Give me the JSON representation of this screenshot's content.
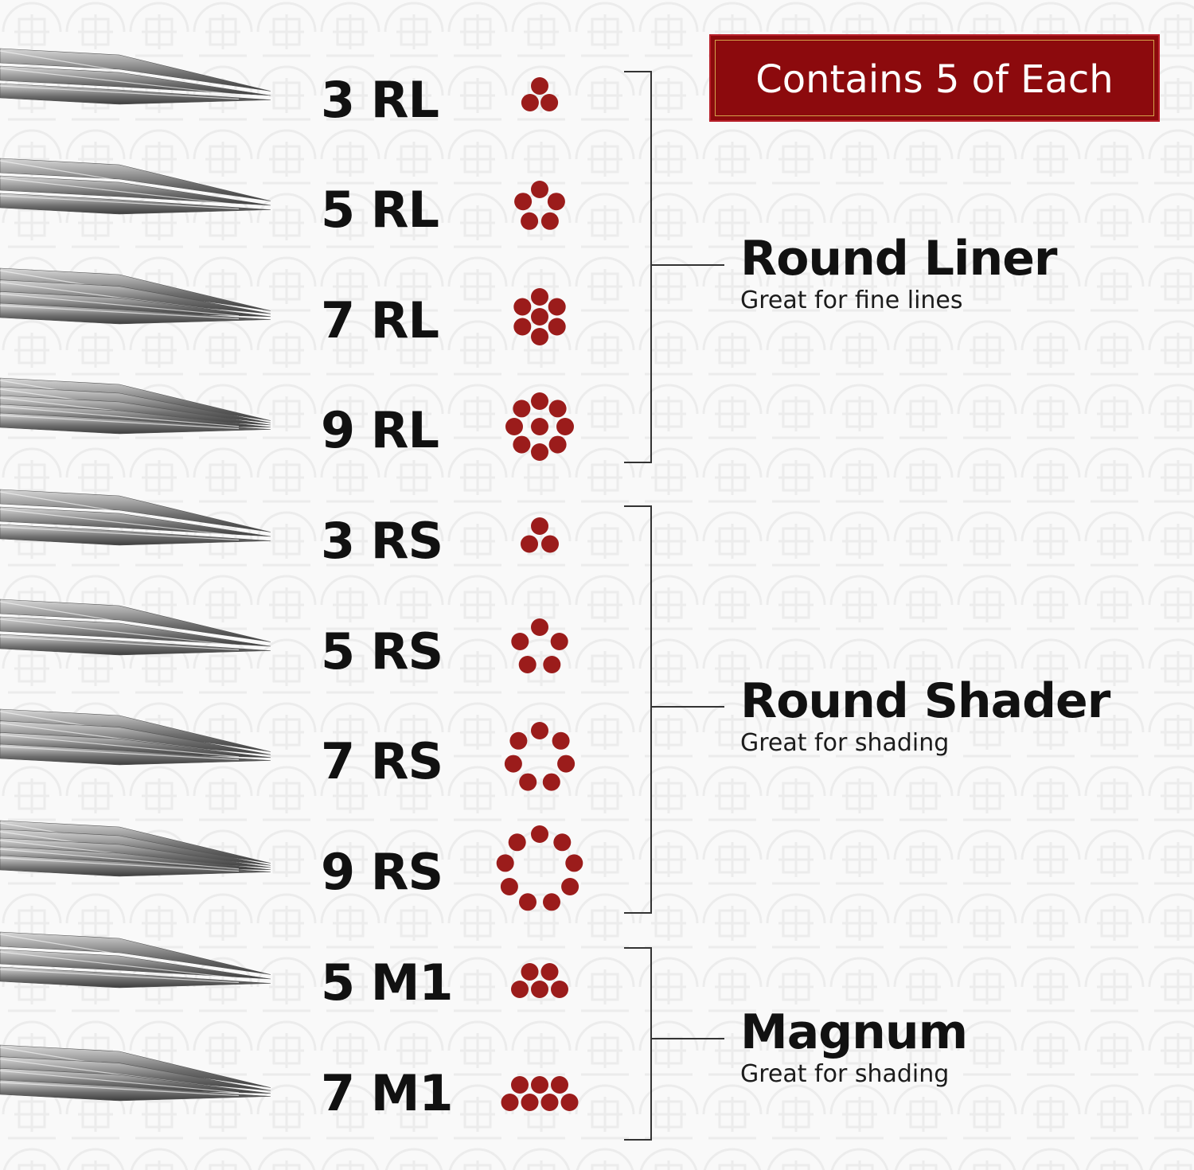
{
  "banner": {
    "text": "Contains 5 of Each"
  },
  "colors": {
    "accent": "#9b1c1b",
    "banner_bg": "#8c0a0d",
    "banner_border": "#d4a24a",
    "bracket": "#333333",
    "text": "#111111"
  },
  "groups": [
    {
      "name": "Round Liner",
      "subtitle": "Great for fine lines"
    },
    {
      "name": "Round Shader",
      "subtitle": "Great for shading"
    },
    {
      "name": "Magnum",
      "subtitle": "Great for shading"
    }
  ],
  "needles": [
    {
      "label": "3 RL",
      "group": "Round Liner",
      "count": 3,
      "pattern": "cluster"
    },
    {
      "label": "5 RL",
      "group": "Round Liner",
      "count": 5,
      "pattern": "cluster"
    },
    {
      "label": "7 RL",
      "group": "Round Liner",
      "count": 7,
      "pattern": "cluster"
    },
    {
      "label": "9 RL",
      "group": "Round Liner",
      "count": 9,
      "pattern": "cluster"
    },
    {
      "label": "3 RS",
      "group": "Round Shader",
      "count": 3,
      "pattern": "ring"
    },
    {
      "label": "5 RS",
      "group": "Round Shader",
      "count": 5,
      "pattern": "ring"
    },
    {
      "label": "7 RS",
      "group": "Round Shader",
      "count": 7,
      "pattern": "ring"
    },
    {
      "label": "9 RS",
      "group": "Round Shader",
      "count": 9,
      "pattern": "ring"
    },
    {
      "label": "5 M1",
      "group": "Magnum",
      "count": 5,
      "pattern": "rows"
    },
    {
      "label": "7 M1",
      "group": "Magnum",
      "count": 7,
      "pattern": "rows"
    }
  ]
}
